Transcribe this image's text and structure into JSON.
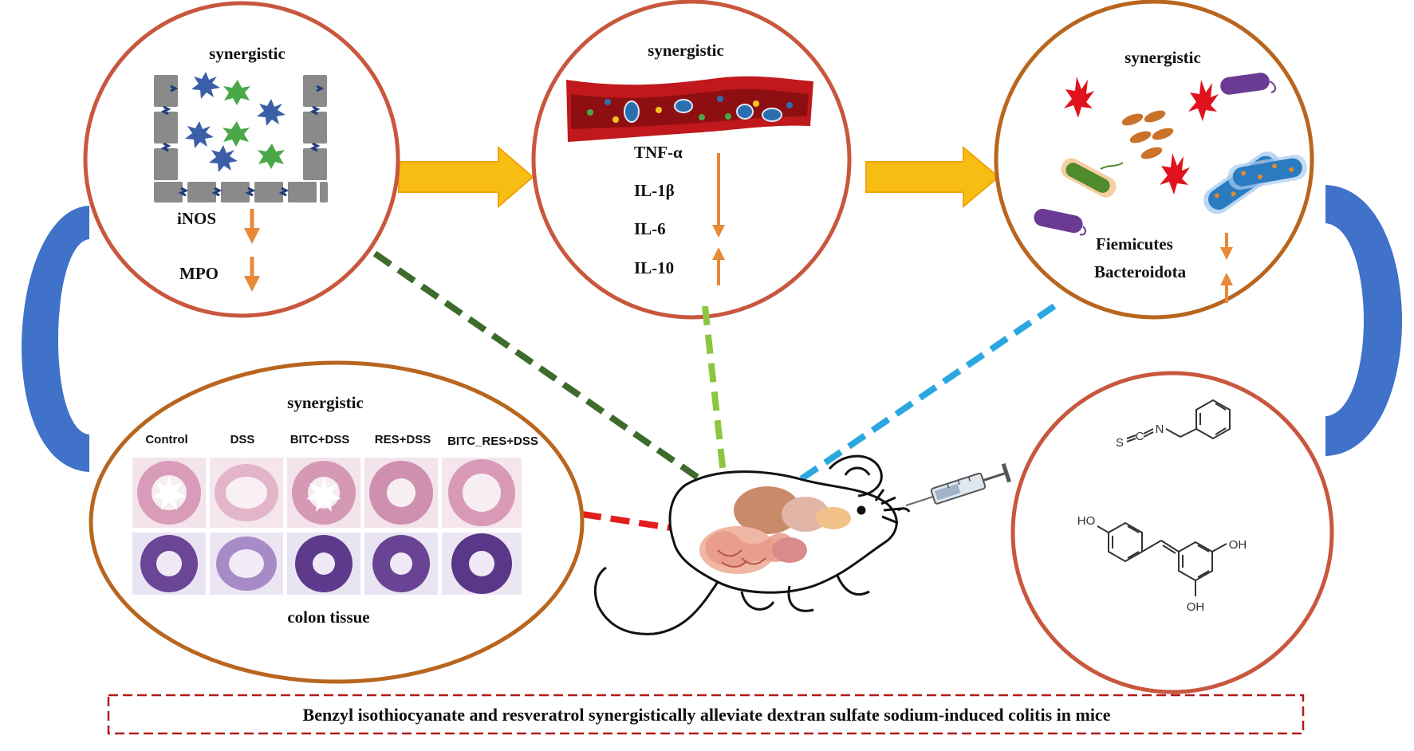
{
  "diagram": {
    "panels": {
      "tissue_panel": {
        "heading": "synergistic",
        "markers": [
          {
            "label": "iNOS",
            "direction": "down"
          },
          {
            "label": "MPO",
            "direction": "down"
          }
        ]
      },
      "blood_panel": {
        "heading": "synergistic",
        "markers": [
          {
            "label": "TNF-α",
            "direction": "down"
          },
          {
            "label": "IL-1β",
            "direction": "down"
          },
          {
            "label": "IL-6",
            "direction": "down"
          },
          {
            "label": "IL-10",
            "direction": "up"
          }
        ]
      },
      "microbiota_panel": {
        "heading": "synergistic",
        "markers": [
          {
            "label": "Fiemicutes",
            "direction": "down"
          },
          {
            "label": "Bacteroidota",
            "direction": "up"
          }
        ]
      },
      "colon_panel": {
        "heading": "synergistic",
        "groups": [
          "Control",
          "DSS",
          "BITC+DSS",
          "RES+DSS",
          "BITC_RES+DSS"
        ],
        "caption": "colon tissue"
      },
      "compounds_panel": {
        "bitc_atoms": [
          "S",
          "C",
          "N"
        ],
        "res_groups": [
          "HO",
          "OH",
          "OH"
        ]
      }
    },
    "title": "Benzyl isothiocyanate and resveratrol synergistically alleviate dextran sulfate sodium-induced colitis in mice",
    "colors": {
      "circle_border": "#c8573d",
      "ellipse_border": "#b8661f",
      "arrow_fill": "#f8bd12",
      "arrow_edge": "#f2a20a",
      "bracket": "#3f72c8",
      "marker_arrow": "#e8893a",
      "dash_tissue": "#3d6b2b",
      "dash_blood": "#8cc63f",
      "dash_microbiota": "#2ba7e0",
      "dash_colon": "#e31d1d",
      "title_box": "#b01c1c"
    }
  }
}
